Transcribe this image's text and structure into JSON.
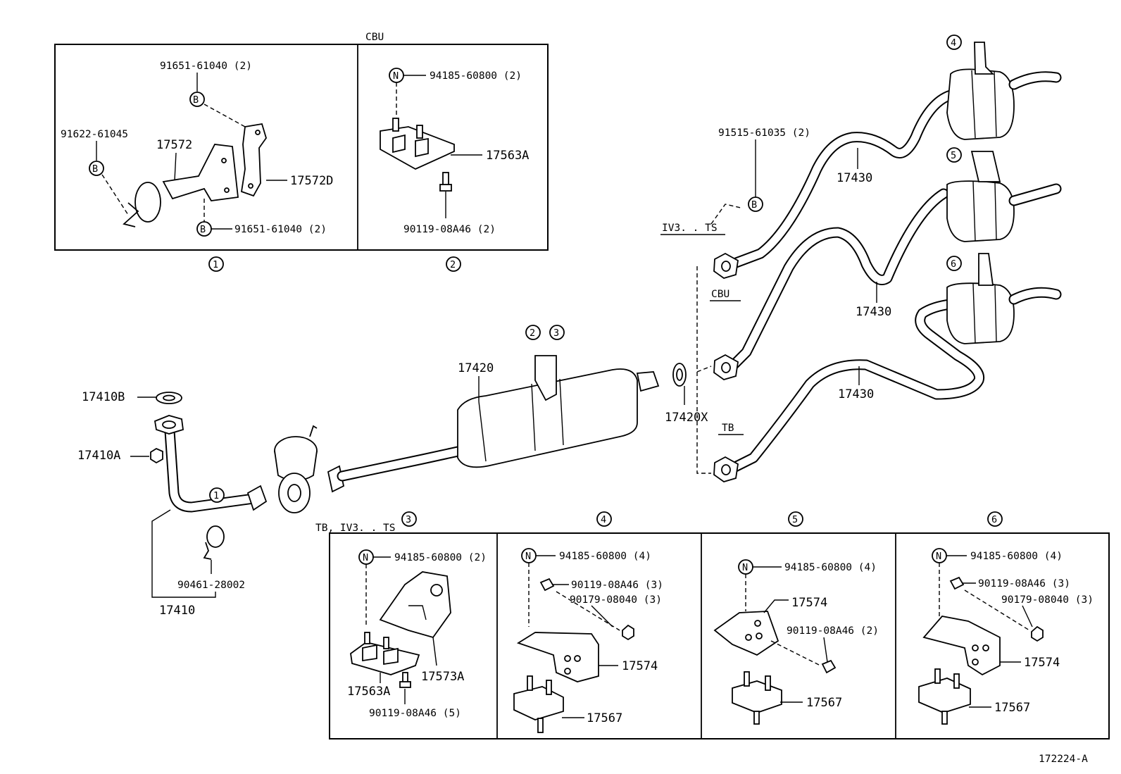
{
  "inset_top": {
    "header": "CBU",
    "panel1": {
      "bolt_top": "91651-61040 (2)",
      "bolt_left": "91622-61045",
      "part_main": "17572",
      "part_link": "17572D",
      "bolt_bottom": "91651-61040 (2)",
      "ref": "1"
    },
    "panel2": {
      "nut": "94185-60800 (2)",
      "mount": "17563A",
      "bolt": "90119-08A46 (2)",
      "ref": "2"
    }
  },
  "letters": {
    "bolt": "B",
    "nut": "N"
  },
  "main": {
    "gasket": "17410B",
    "nut": "17410A",
    "front_pipe": "17410",
    "clamp": "90461-28002",
    "ref_front_pipe": "1",
    "muffler": "17420",
    "muffler_refs": [
      "2",
      "3"
    ],
    "gasket_rear": "17420X",
    "tail_pipe_1": "17430",
    "tail_pipe_2": "17430",
    "tail_pipe_3": "17430",
    "bolt_rear": "91515-61035 (2)",
    "variant_iv3": "IV3. . TS",
    "variant_cbu": "CBU",
    "variant_tb": "TB",
    "tail_refs": [
      "4",
      "5",
      "6"
    ]
  },
  "inset_bottom": {
    "header3": "TB, IV3. . TS",
    "panel3": {
      "ref": "3",
      "nut": "94185-60800 (2)",
      "bracket": "17573A",
      "mount": "17563A",
      "bolt": "90119-08A46 (5)"
    },
    "panel4": {
      "ref": "4",
      "nut": "94185-60800 (4)",
      "bolt": "90119-08A46 (3)",
      "nut2": "90179-08040 (3)",
      "bracket": "17574",
      "mount": "17567"
    },
    "panel5": {
      "ref": "5",
      "nut": "94185-60800 (4)",
      "bracket": "17574",
      "bolt": "90119-08A46 (2)",
      "mount": "17567"
    },
    "panel6": {
      "ref": "6",
      "nut": "94185-60800 (4)",
      "bolt": "90119-08A46 (3)",
      "nut2": "90179-08040 (3)",
      "bracket": "17574",
      "mount": "17567"
    }
  },
  "figure_id": "172224-A"
}
